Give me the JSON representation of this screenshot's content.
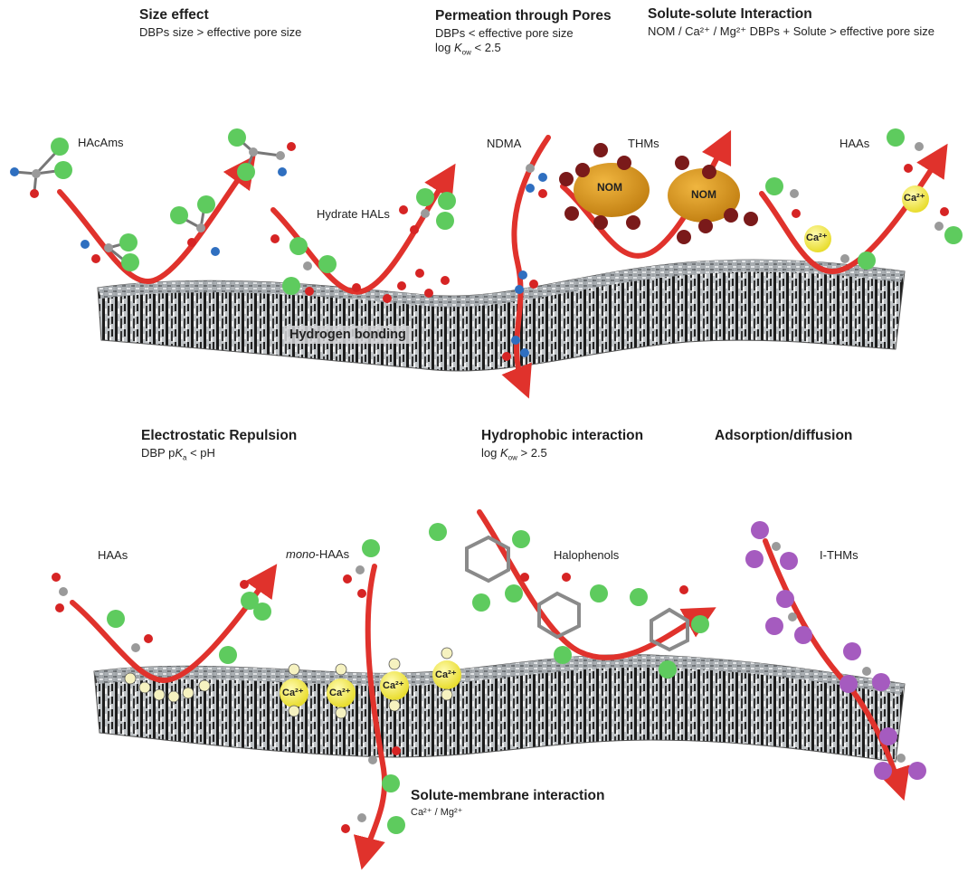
{
  "panels": {
    "size_effect": {
      "title": "Size effect",
      "sub": "DBPs size > effective pore size"
    },
    "permeation": {
      "title": "Permeation through Pores",
      "sub1": "DBPs < effective pore size",
      "sub2_pre": "log ",
      "sub2_k": "K",
      "sub2_ow": "ow",
      "sub2_post": " < 2.5"
    },
    "solute_solute": {
      "title": "Solute-solute Interaction",
      "sub": "NOM / Ca²⁺ / Mg²⁺ DBPs + Solute > effective pore size"
    },
    "electrostatic": {
      "title": "Electrostatic Repulsion",
      "sub_pre": "DBP p",
      "sub_k": "K",
      "sub_a": "a",
      "sub_post": " < pH"
    },
    "hydrophobic": {
      "title": "Hydrophobic interaction",
      "sub_pre": "log ",
      "sub_k": "K",
      "sub_ow": "ow",
      "sub_post": " > 2.5"
    },
    "adsorption": {
      "title": "Adsorption/diffusion"
    },
    "solute_membrane": {
      "title": "Solute-membrane interaction",
      "sub": "Ca²⁺ / Mg²⁺"
    }
  },
  "labels": {
    "hacams": "HAcAms",
    "hydrate_hals": "Hydrate HALs",
    "ndma": "NDMA",
    "thms": "THMs",
    "haas_top": "HAAs",
    "hydrogen_bonding": "Hydrogen bonding",
    "haas_bottom": "HAAs",
    "mono_haas_prefix": "mono",
    "mono_haas_suffix": "-HAAs",
    "halophenols": "Halophenols",
    "i_thms": "I-THMs",
    "nom": "NOM",
    "ca": "Ca²⁺",
    "minus": "−"
  },
  "colors": {
    "arrow": "#e0322c",
    "chlorine": "#5ecb5e",
    "oxygen": "#d62424",
    "nitrogen": "#2f6fc0",
    "carbon": "#9a9a9a",
    "iodine": "#a55bbf",
    "nom": "#d6951c",
    "nom_atom": "#7a1a1a",
    "ion": "#f2ec58"
  }
}
